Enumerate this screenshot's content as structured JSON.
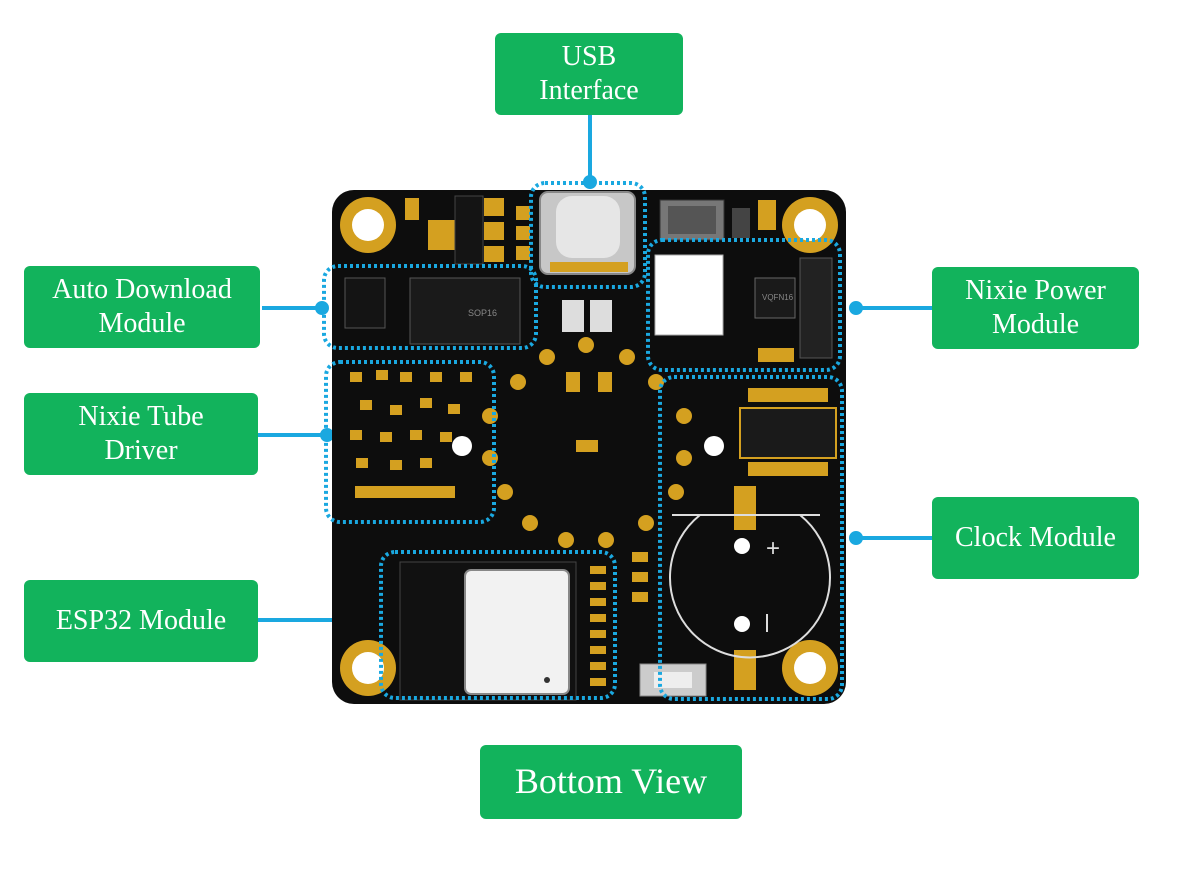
{
  "labels": {
    "usb": [
      "USB",
      "Interface"
    ],
    "auto_download": [
      "Auto Download",
      "Module"
    ],
    "nixie_power": [
      "Nixie Power",
      "Module"
    ],
    "nixie_driver": [
      "Nixie Tube",
      "Driver"
    ],
    "clock": [
      "Clock Module"
    ],
    "esp32": [
      "ESP32 Module"
    ],
    "caption": [
      "Bottom View"
    ]
  },
  "chip_text": {
    "sop16": "SOP16",
    "vqfn16": "VQFN16"
  },
  "colors": {
    "label_bg": "#12b35c",
    "leader": "#1aa8e0",
    "board": "#0d0d0d",
    "pad_gold": "#d4a020"
  }
}
